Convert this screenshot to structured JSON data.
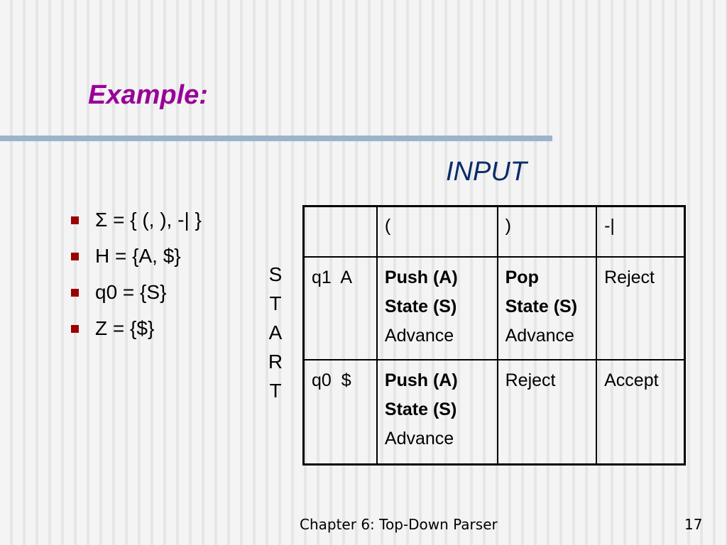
{
  "slide": {
    "title": "Example:",
    "input_label": "INPUT",
    "start_letters": [
      "S",
      "T",
      "A",
      "R",
      "T"
    ],
    "footer": "Chapter 6: Top-Down Parser",
    "page_number": "17",
    "colors": {
      "title": "#990099",
      "input_label": "#0a2c6a",
      "bullet_marker": "#9b0000",
      "rule": "#9bb4cc"
    }
  },
  "bullets": [
    "Σ = { (, ), -| }",
    "H = {A, $}",
    "q0 = {S}",
    "Z = {$}"
  ],
  "table": {
    "header": [
      "",
      "(",
      ")",
      "-|"
    ],
    "rows": [
      {
        "label": "q1  A",
        "cells": [
          [
            "Push (A)",
            "State (S)",
            "Advance"
          ],
          [
            "Pop",
            "State (S)",
            "Advance"
          ],
          [
            "Reject"
          ]
        ]
      },
      {
        "label": "q0  $",
        "cells": [
          [
            "Push (A)",
            "State (S)",
            "Advance"
          ],
          [
            "Reject"
          ],
          [
            "Accept"
          ]
        ]
      }
    ]
  }
}
